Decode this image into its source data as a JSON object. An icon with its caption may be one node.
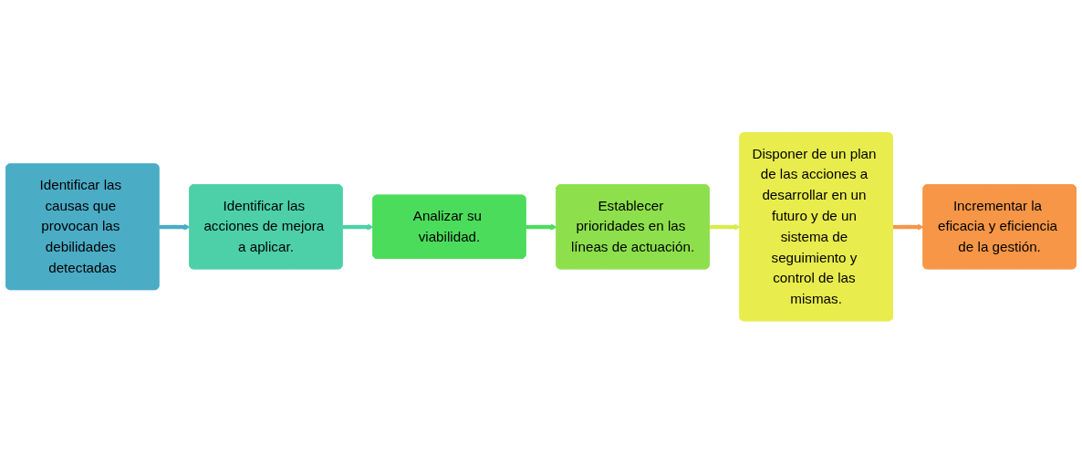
{
  "diagram": {
    "nodes": [
      {
        "text": [
          "Identificar las causas que provocan las debilidades detectadas"
        ]
      },
      {
        "text": [
          "Identificar las acciones de mejora a aplicar."
        ]
      },
      {
        "text": [
          "Analizar su viabilidad."
        ]
      },
      {
        "text": [
          "Establecer prioridades en las líneas de actuación."
        ]
      },
      {
        "text": [
          "Disponer de un plan de las acciones a desarrollar en un futuro y de un sistema de seguimiento y control de las mismas."
        ]
      },
      {
        "text": [
          "Incrementar la eficacia y eficiencia de la gestión."
        ]
      }
    ],
    "edges": [
      {
        "from": 0,
        "to": 1,
        "arrow": "to",
        "color": "#4bacc6"
      },
      {
        "from": 1,
        "to": 2,
        "arrow": "to",
        "color": "#4dd0a8"
      },
      {
        "from": 2,
        "to": 3,
        "arrow": "to",
        "color": "#4cdc5c"
      },
      {
        "from": 3,
        "to": 4,
        "arrow": "to",
        "color": "#d8ec4c"
      },
      {
        "from": 4,
        "to": 5,
        "arrow": "to",
        "color": "#f79646"
      }
    ]
  }
}
